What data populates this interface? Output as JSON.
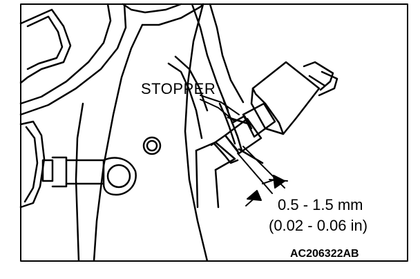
{
  "labels": {
    "stopper": "STOPPER",
    "clearance_mm": "0.5 - 1.5 mm",
    "clearance_in": "(0.02 - 0.06 in)",
    "figure_code": "AC206322AB"
  },
  "colors": {
    "ink": "#000000",
    "paper": "#ffffff"
  },
  "icons": [
    "stop-lamp-switch-icon",
    "brake-pedal-arm-icon",
    "dimension-arrow-icon"
  ]
}
